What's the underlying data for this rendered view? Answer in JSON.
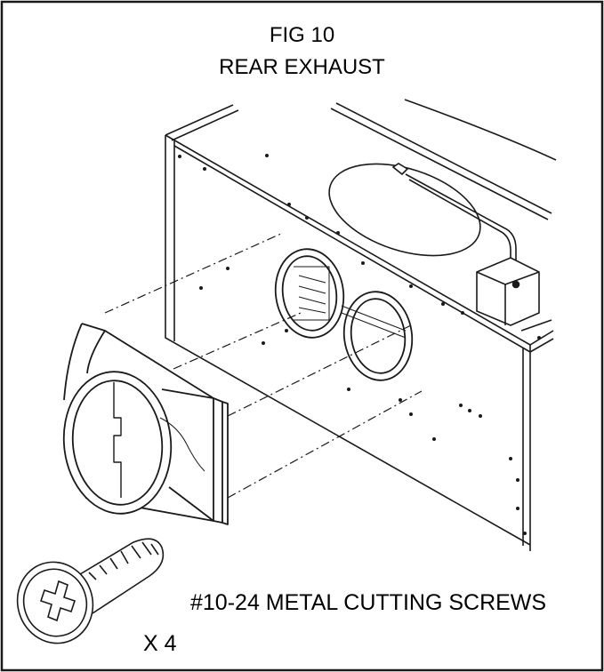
{
  "figure": {
    "number": "FIG 10",
    "title": "REAR EXHAUST"
  },
  "parts": {
    "screw_label": "#10-24 METAL CUTTING SCREWS",
    "quantity": "X 4"
  },
  "colors": {
    "line": "#1a1a1a",
    "background": "#ffffff"
  },
  "icons": [
    "hood-housing",
    "rear-exhaust-transition",
    "metal-cutting-screw"
  ]
}
